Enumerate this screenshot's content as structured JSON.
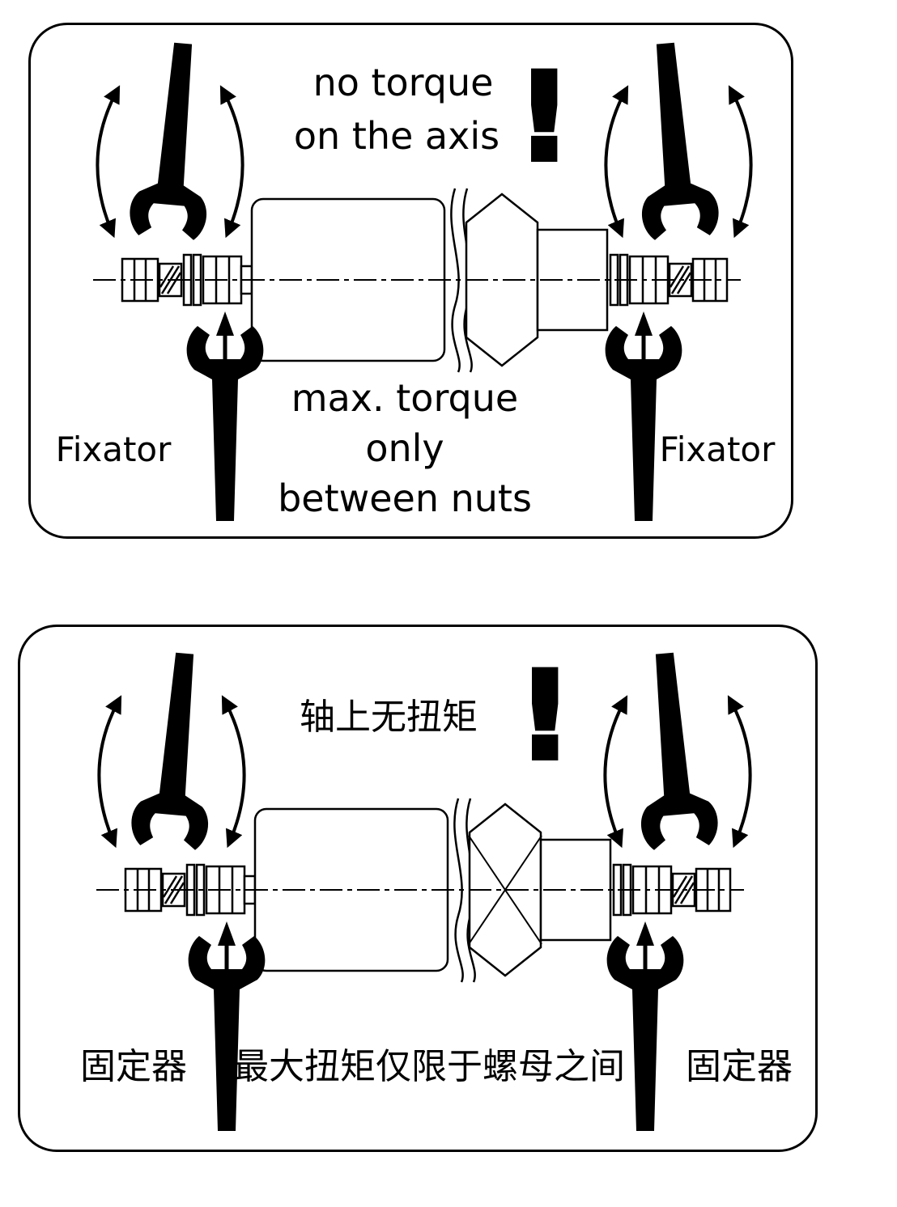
{
  "colors": {
    "ink": "#000000",
    "paper": "#ffffff"
  },
  "panels": [
    {
      "language": "english",
      "warning_lines": [
        "no torque",
        "on the axis"
      ],
      "exclamation": "!",
      "fixator_left": "Fixator",
      "fixator_right": "Fixator",
      "torque_note_lines": [
        "max. torque",
        "only",
        "between nuts"
      ]
    },
    {
      "language": "chinese",
      "warning_lines": [
        "轴上无扭矩"
      ],
      "exclamation": "!",
      "fixator_left": "固定器",
      "fixator_right": "固定器",
      "torque_note_lines": [
        "最大扭矩仅限于螺母之间"
      ]
    }
  ]
}
